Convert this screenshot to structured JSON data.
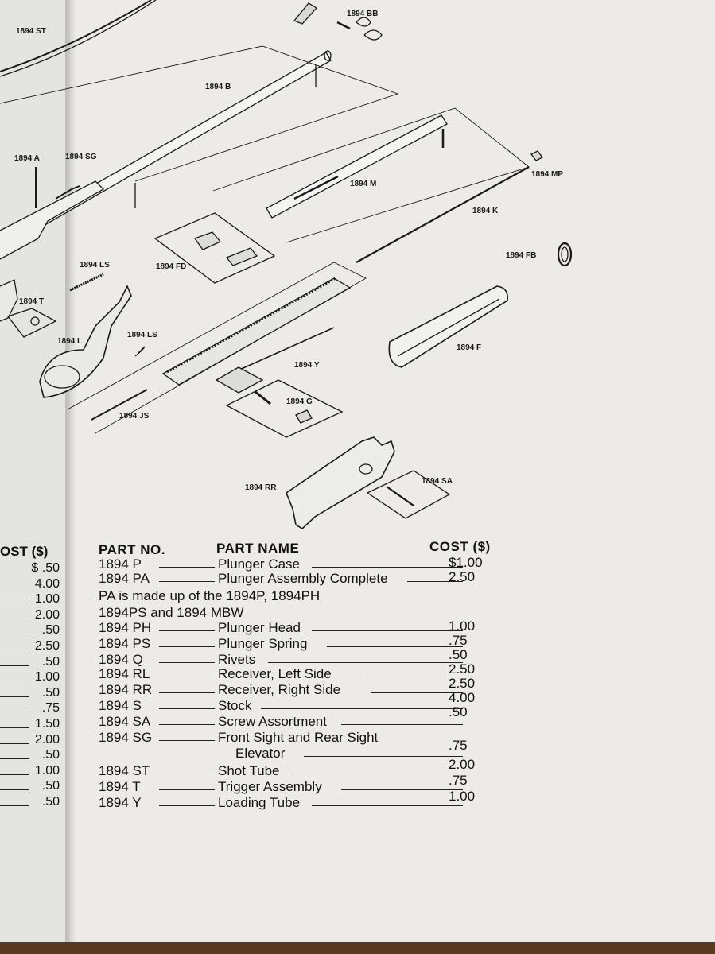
{
  "labels": [
    "1894 ST",
    "1894 BB",
    "1894 B",
    "1894 A",
    "1894 SG",
    "1894 M",
    "1894 MP",
    "1894 K",
    "1894 FB",
    "1894 LS",
    "1894 FD",
    "1894 T",
    "1894 L",
    "1894 LS",
    "1894 F",
    "1894 Y",
    "1894 G",
    "1894 JS",
    "1894 RR",
    "1894 SA"
  ],
  "left_column": {
    "header": "OST ($)",
    "values": [
      "$ .50",
      "4.00",
      "1.00",
      "2.00",
      ".50",
      "2.50",
      ".50",
      "1.00",
      ".50",
      ".75",
      "1.50",
      "2.00",
      ".50",
      "1.00",
      ".50",
      ".50"
    ]
  },
  "parts_table": {
    "headers": {
      "part_no": "PART NO.",
      "part_name": "PART NAME",
      "cost": "COST ($)"
    },
    "rows": [
      {
        "no": "1894 P",
        "name": "Plunger Case",
        "cost": "$1.00"
      },
      {
        "no": "1894 PA",
        "name": "Plunger Assembly Complete",
        "cost": "2.50"
      },
      {
        "no": "1894 PH",
        "name": "Plunger Head",
        "cost": "1.00"
      },
      {
        "no": "1894 PS",
        "name": "Plunger Spring",
        "cost": ".75"
      },
      {
        "no": "1894 Q",
        "name": "Rivets",
        "cost": ".50"
      },
      {
        "no": "1894 RL",
        "name": "Receiver, Left Side",
        "cost": "2.50"
      },
      {
        "no": "1894 RR",
        "name": "Receiver, Right Side",
        "cost": "2.50"
      },
      {
        "no": "1894 S",
        "name": "Stock",
        "cost": "4.00"
      },
      {
        "no": "1894 SA",
        "name": "Screw Assortment",
        "cost": ".50"
      },
      {
        "no": "1894 SG",
        "name": "Front Sight and Rear Sight",
        "name2": "Elevator",
        "cost": ".75"
      },
      {
        "no": "1894 ST",
        "name": "Shot Tube",
        "cost": "2.00"
      },
      {
        "no": "1894 T",
        "name": "Trigger Assembly",
        "cost": ".75"
      },
      {
        "no": "1894 Y",
        "name": "Loading Tube",
        "cost": "1.00"
      }
    ],
    "note_line1": "PA is made up of the 1894P, 1894PH",
    "note_line2": "1894PS and 1894 MBW"
  },
  "colors": {
    "ink": "#1a1a1a",
    "paper": "#ecebe8",
    "table": "#5a3a20"
  }
}
